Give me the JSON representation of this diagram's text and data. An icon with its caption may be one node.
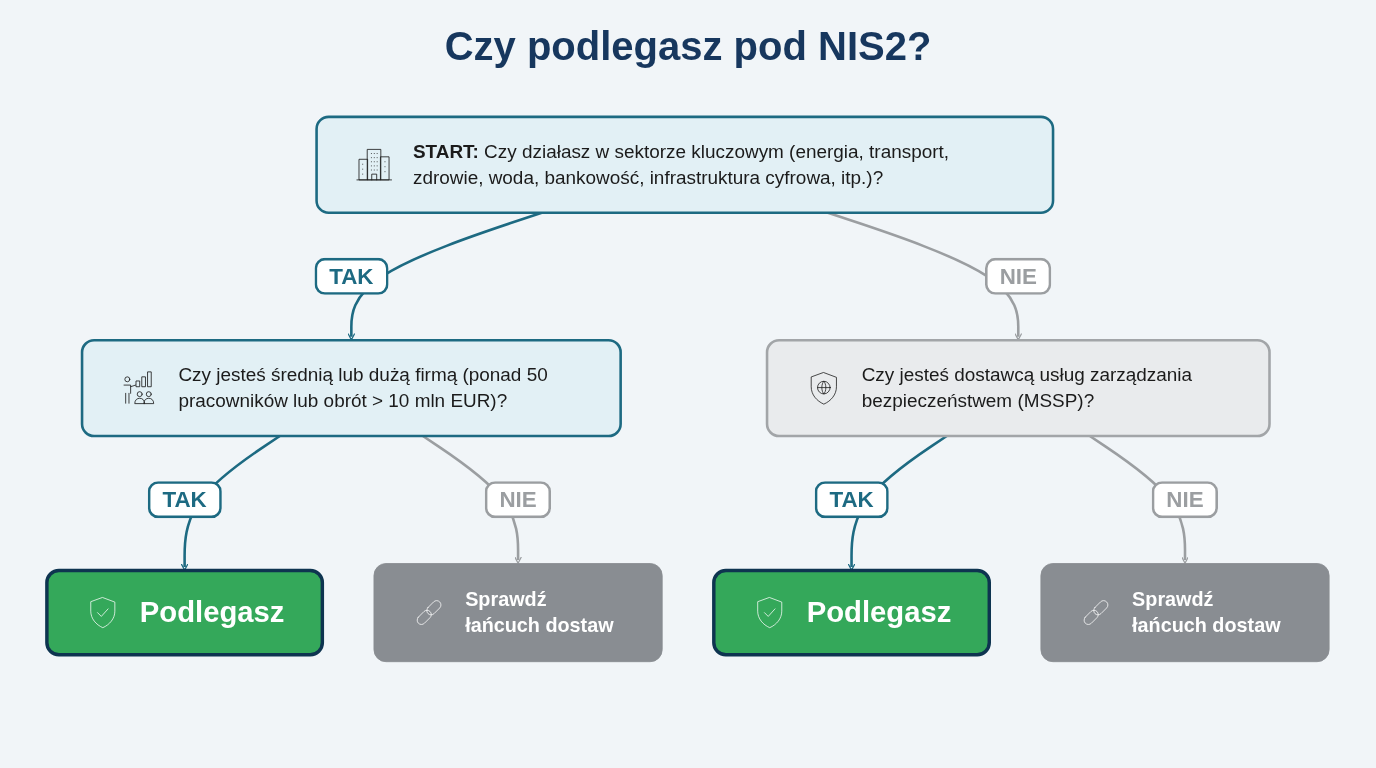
{
  "diagram": {
    "title": "Czy podlegasz pod NIS2?",
    "nodes": [
      {
        "text": [
          "**START:** Czy działasz w sektorze kluczowym (energia, transport, zdrowie, woda, bankowość, infrastruktura cyfrowa, itp.)?"
        ]
      },
      {
        "text": [
          "Czy jesteś średnią lub dużą firmą (ponad 50 pracowników lub obrót > 10 mln EUR)?"
        ]
      },
      {
        "text": [
          "Czy jesteś dostawcą usług zarządzania bezpieczeństwem (MSSP)?"
        ]
      },
      {
        "text": [
          "Podlegasz"
        ]
      },
      {
        "text": [
          "Sprawdź łańcuch dostaw"
        ]
      },
      {
        "text": [
          "Podlegasz"
        ]
      },
      {
        "text": [
          "Sprawdź łańcuch dostaw"
        ]
      }
    ],
    "edges": [
      {
        "from": 0,
        "to": 1,
        "arrow": "to",
        "label": "TAK",
        "color": "#1d6a82"
      },
      {
        "from": 0,
        "to": 2,
        "arrow": "to",
        "label": "NIE",
        "color": "#9b9ea1"
      },
      {
        "from": 1,
        "to": 3,
        "arrow": "to",
        "label": "TAK",
        "color": "#1d6a82"
      },
      {
        "from": 1,
        "to": 4,
        "arrow": "to",
        "label": "NIE",
        "color": "#9b9ea1"
      },
      {
        "from": 2,
        "to": 5,
        "arrow": "to",
        "label": "TAK",
        "color": "#1d6a82"
      },
      {
        "from": 2,
        "to": 6,
        "arrow": "to",
        "label": "NIE",
        "color": "#9b9ea1"
      }
    ]
  }
}
